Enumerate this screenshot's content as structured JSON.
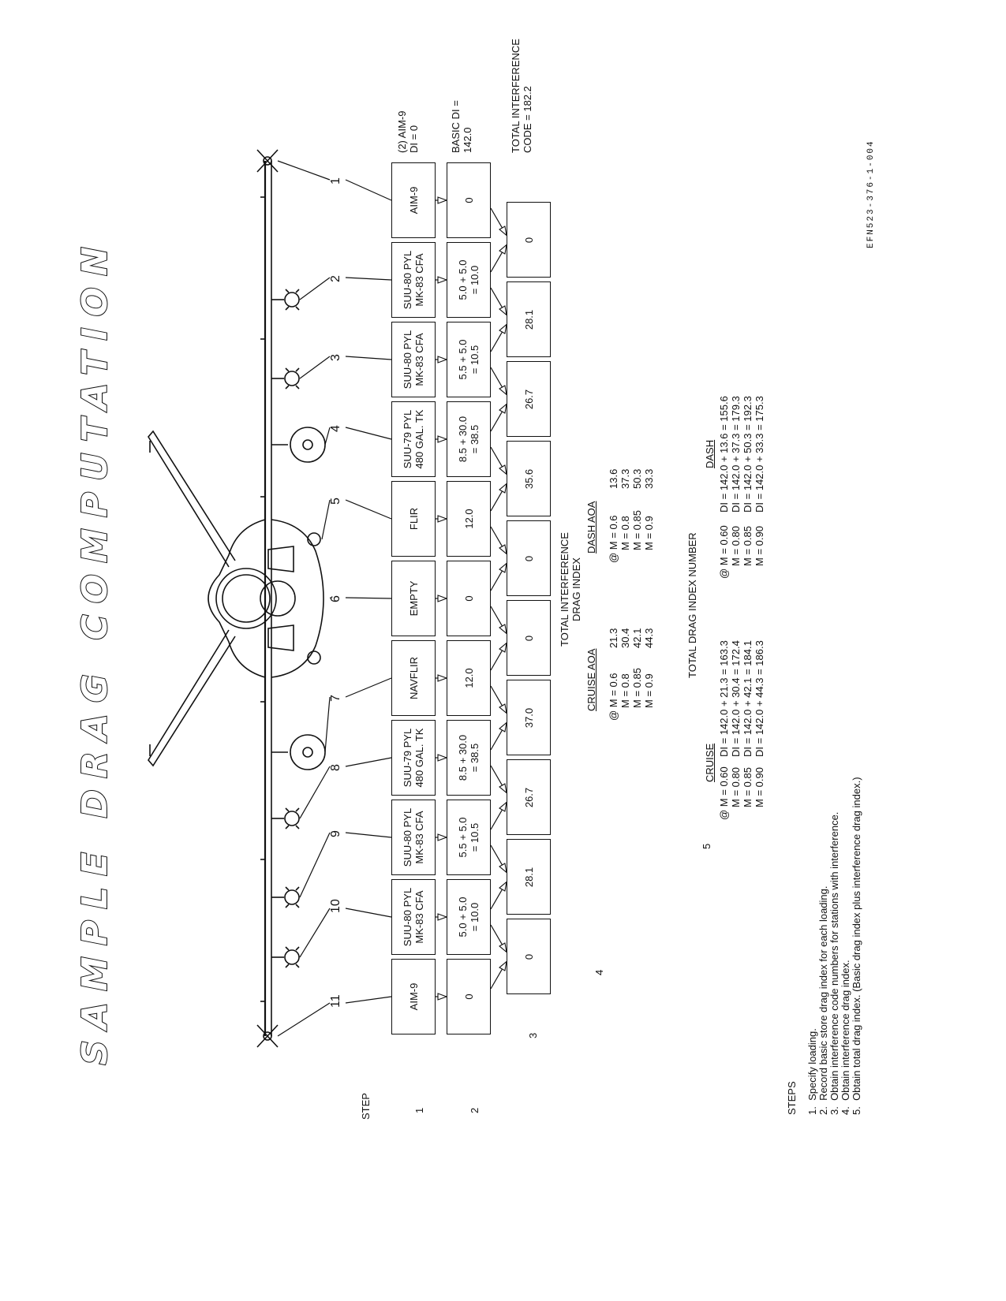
{
  "title": "SAMPLE DRAG COMPUTATION",
  "step_header": "STEP",
  "step_numbers": [
    "1",
    "2",
    "3",
    "4",
    "5"
  ],
  "station_numbers": [
    "11",
    "10",
    "9",
    "8",
    "7",
    "6",
    "5",
    "4",
    "3",
    "2",
    "1"
  ],
  "loadings": [
    "AIM-9",
    "SUU-80 PYL\nMK-83 CFA",
    "SUU-80 PYL\nMK-83 CFA",
    "SUU-79 PYL\n480 GAL. TK",
    "NAVFLIR",
    "EMPTY",
    "FLIR",
    "SUU-79 PYL\n480 GAL. TK",
    "SUU-80 PYL\nMK-83 CFA",
    "SUU-80 PYL\nMK-83 CFA",
    "AIM-9"
  ],
  "store_drag": [
    "0",
    "5.0 + 5.0\n= 10.0",
    "5.5 + 5.0\n= 10.5",
    "8.5 + 30.0\n= 38.5",
    "12.0",
    "0",
    "12.0",
    "8.5 + 30.0\n= 38.5",
    "5.5 + 5.0\n= 10.5",
    "5.0 + 5.0\n= 10.0",
    "0"
  ],
  "interference_codes": [
    "0",
    "28.1",
    "26.7",
    "37.0",
    "0",
    "0",
    "35.6",
    "26.7",
    "28.1",
    "0"
  ],
  "right_notes": {
    "aim9": "(2) AIM-9\nDI = 0",
    "basic_di": "BASIC DI =\n142.0",
    "total_interference_code": "TOTAL INTERFERENCE\nCODE = 182.2"
  },
  "step4": {
    "title": "TOTAL INTERFERENCE\nDRAG INDEX",
    "cruise_header": "CRUISE AOA",
    "cruise_machs": [
      "@  M = 0.6",
      "M = 0.8",
      "M = 0.85",
      "M = 0.9"
    ],
    "cruise_values": [
      "21.3",
      "30.4",
      "42.1",
      "44.3"
    ],
    "dash_header": "DASH AOA",
    "dash_machs": [
      "@  M = 0.6",
      "M = 0.8",
      "M = 0.85",
      "M = 0.9"
    ],
    "dash_values": [
      "13.6",
      "37.3",
      "50.3",
      "33.3"
    ]
  },
  "step5": {
    "title": "TOTAL DRAG INDEX NUMBER",
    "cruise_header": "CRUISE",
    "cruise_machs": [
      "@  M = 0.60",
      "M = 0.80",
      "M = 0.85",
      "M = 0.90"
    ],
    "cruise_formulas": [
      "DI = 142.0 + 21.3 = 163.3",
      "DI = 142.0 + 30.4 = 172.4",
      "DI = 142.0 + 42.1 = 184.1",
      "DI = 142.0 + 44.3 = 186.3"
    ],
    "dash_header": "DASH",
    "dash_machs": [
      "@  M = 0.60",
      "M = 0.80",
      "M = 0.85",
      "M = 0.90"
    ],
    "dash_formulas": [
      "DI = 142.0 + 13.6 = 155.6",
      "DI = 142.0 + 37.3 = 179.3",
      "DI = 142.0 + 50.3 = 192.3",
      "DI = 142.0 + 33.3 = 175.3"
    ]
  },
  "steps_header": "STEPS",
  "steps": [
    "1.  Specify loading.",
    "2.  Record basic store drag index for each loading.",
    "3.  Obtain interference code numbers for stations with interference.",
    "4.  Obtain interference drag index.",
    "5.  Obtain total drag index. (Basic drag index plus interference drag index.)"
  ],
  "figure_ref": "EFN523-376-1-004"
}
